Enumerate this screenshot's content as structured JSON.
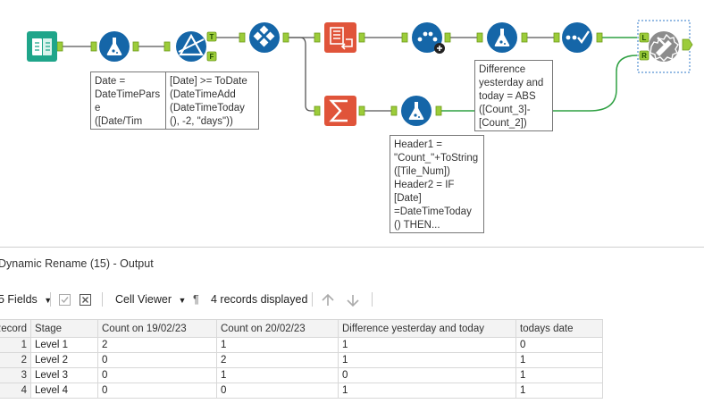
{
  "workflow": {
    "annotations": {
      "formula1": "Date =\nDateTimeParse\n([Date/Time],\"%d/%m/%y\")",
      "filter": "[Date] >= ToDate\n(DateTimeAdd\n(DateTimeToday\n(), -2, \"days\"))",
      "formula2": "Difference\nyesterday and\ntoday = ABS\n([Count_3]-\n[Count_2])",
      "formula3": "Header1 =\n\"Count_\"+ToString([Tile_Num])\nHeader2 = IF\n[Date]\n=DateTimeToday\n() THEN..."
    },
    "anchors": {
      "true": "T",
      "false": "F",
      "left": "L",
      "right": "R"
    },
    "colors": {
      "book": "#1fa58a",
      "formula": "#1566a8",
      "filter": "#1566a8",
      "tile": "#1566a8",
      "crosstab": "#e0543a",
      "summarize": "#e0543a",
      "join": "#1566a8",
      "select": "#1566a8",
      "rename": "#8c8c8c",
      "connector": "#555555",
      "connector_green": "#2ea042"
    },
    "icons": [
      "input-data-icon",
      "formula-icon",
      "filter-icon",
      "tile-icon",
      "cross-tab-icon",
      "multi-row-icon",
      "formula-icon",
      "select-icon",
      "summarize-icon",
      "formula-icon",
      "dynamic-rename-icon"
    ]
  },
  "results": {
    "title": "Dynamic Rename (15) - Output",
    "fields_label": "5 Fields",
    "cell_viewer_label": "Cell Viewer",
    "paragraph_glyph": "¶",
    "records_label": "4 records displayed",
    "table": {
      "headers": [
        "Record",
        "Stage",
        "Count on 19/02/23",
        "Count on 20/02/23",
        "Difference yesterday and today",
        "todays date"
      ],
      "rows": [
        [
          "1",
          "Level 1",
          "2",
          "1",
          "1",
          "0"
        ],
        [
          "2",
          "Level 2",
          "0",
          "2",
          "1",
          "1"
        ],
        [
          "3",
          "Level 3",
          "0",
          "1",
          "0",
          "1"
        ],
        [
          "4",
          "Level 4",
          "0",
          "0",
          "1",
          "1"
        ]
      ]
    }
  }
}
